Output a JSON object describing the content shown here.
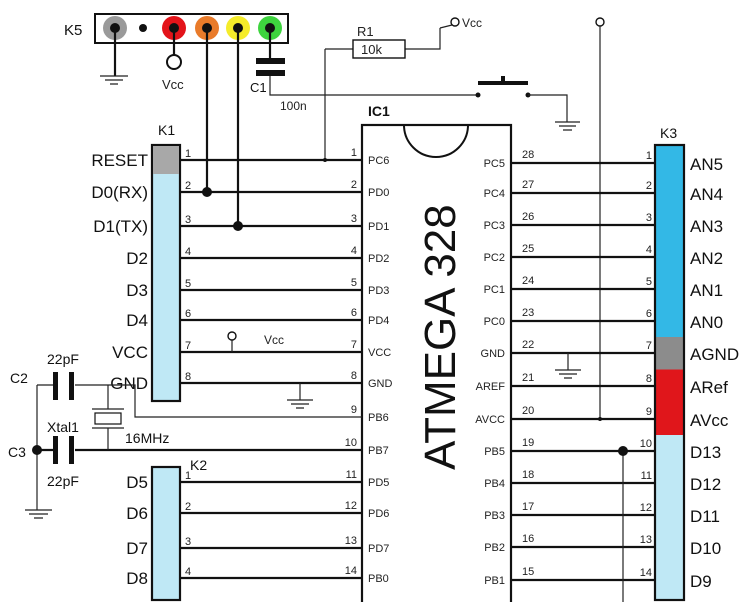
{
  "ic": {
    "ref": "IC1",
    "name": "ATMEGA 328",
    "left_pins": [
      {
        "num": "1",
        "name": "PC6"
      },
      {
        "num": "2",
        "name": "PD0"
      },
      {
        "num": "3",
        "name": "PD1"
      },
      {
        "num": "4",
        "name": "PD2"
      },
      {
        "num": "5",
        "name": "PD3"
      },
      {
        "num": "6",
        "name": "PD4"
      },
      {
        "num": "7",
        "name": "VCC"
      },
      {
        "num": "8",
        "name": "GND"
      },
      {
        "num": "9",
        "name": "PB6"
      },
      {
        "num": "10",
        "name": "PB7"
      },
      {
        "num": "11",
        "name": "PD5"
      },
      {
        "num": "12",
        "name": "PD6"
      },
      {
        "num": "13",
        "name": "PD7"
      },
      {
        "num": "14",
        "name": "PB0"
      }
    ],
    "right_pins": [
      {
        "num": "28",
        "name": "PC5"
      },
      {
        "num": "27",
        "name": "PC4"
      },
      {
        "num": "26",
        "name": "PC3"
      },
      {
        "num": "25",
        "name": "PC2"
      },
      {
        "num": "24",
        "name": "PC1"
      },
      {
        "num": "23",
        "name": "PC0"
      },
      {
        "num": "22",
        "name": "GND"
      },
      {
        "num": "21",
        "name": "AREF"
      },
      {
        "num": "20",
        "name": "AVCC"
      },
      {
        "num": "19",
        "name": "PB5"
      },
      {
        "num": "18",
        "name": "PB4"
      },
      {
        "num": "17",
        "name": "PB3"
      },
      {
        "num": "16",
        "name": "PB2"
      },
      {
        "num": "15",
        "name": "PB1"
      }
    ]
  },
  "k1": {
    "ref": "K1",
    "pins": [
      {
        "num": "1",
        "label": "RESET"
      },
      {
        "num": "2",
        "label": "D0(RX)"
      },
      {
        "num": "3",
        "label": "D1(TX)"
      },
      {
        "num": "4",
        "label": "D2"
      },
      {
        "num": "5",
        "label": "D3"
      },
      {
        "num": "6",
        "label": "D4"
      },
      {
        "num": "7",
        "label": "VCC"
      },
      {
        "num": "8",
        "label": "GND"
      }
    ]
  },
  "k2": {
    "ref": "K2",
    "pins": [
      {
        "num": "1",
        "label": "D5"
      },
      {
        "num": "2",
        "label": "D6"
      },
      {
        "num": "3",
        "label": "D7"
      },
      {
        "num": "4",
        "label": "D8"
      }
    ]
  },
  "k3": {
    "ref": "K3",
    "pins": [
      {
        "num": "1",
        "label": "AN5",
        "color": "#33b8e6"
      },
      {
        "num": "2",
        "label": "AN4",
        "color": "#33b8e6"
      },
      {
        "num": "3",
        "label": "AN3",
        "color": "#33b8e6"
      },
      {
        "num": "4",
        "label": "AN2",
        "color": "#33b8e6"
      },
      {
        "num": "5",
        "label": "AN1",
        "color": "#33b8e6"
      },
      {
        "num": "6",
        "label": "AN0",
        "color": "#33b8e6"
      },
      {
        "num": "7",
        "label": "AGND",
        "color": "#8c8c8c"
      },
      {
        "num": "8",
        "label": "ARef",
        "color": "#e0161b"
      },
      {
        "num": "9",
        "label": "AVcc",
        "color": "#e0161b"
      },
      {
        "num": "10",
        "label": "D13",
        "color": "#bfe8f5"
      },
      {
        "num": "11",
        "label": "D12",
        "color": "#bfe8f5"
      },
      {
        "num": "12",
        "label": "D11",
        "color": "#bfe8f5"
      },
      {
        "num": "13",
        "label": "D10",
        "color": "#bfe8f5"
      },
      {
        "num": "14",
        "label": "D9",
        "color": "#bfe8f5"
      }
    ]
  },
  "k5": {
    "ref": "K5",
    "pin_colors": [
      "#9a9a9a",
      "#ffffff",
      "#e3141a",
      "#e97b2a",
      "#f5ec2a",
      "#3ed43e"
    ]
  },
  "r1": {
    "ref": "R1",
    "value": "10k"
  },
  "c1": {
    "ref": "C1",
    "value": "100n"
  },
  "c2": {
    "ref": "C2",
    "value": "22pF"
  },
  "c3": {
    "ref": "C3",
    "value": "22pF"
  },
  "xtal": {
    "ref": "Xtal1",
    "value": "16MHz"
  },
  "vcc_label": "Vcc",
  "colors": {
    "k1_reset": "#a8a8a8",
    "k1_body": "#bfe8f5"
  }
}
